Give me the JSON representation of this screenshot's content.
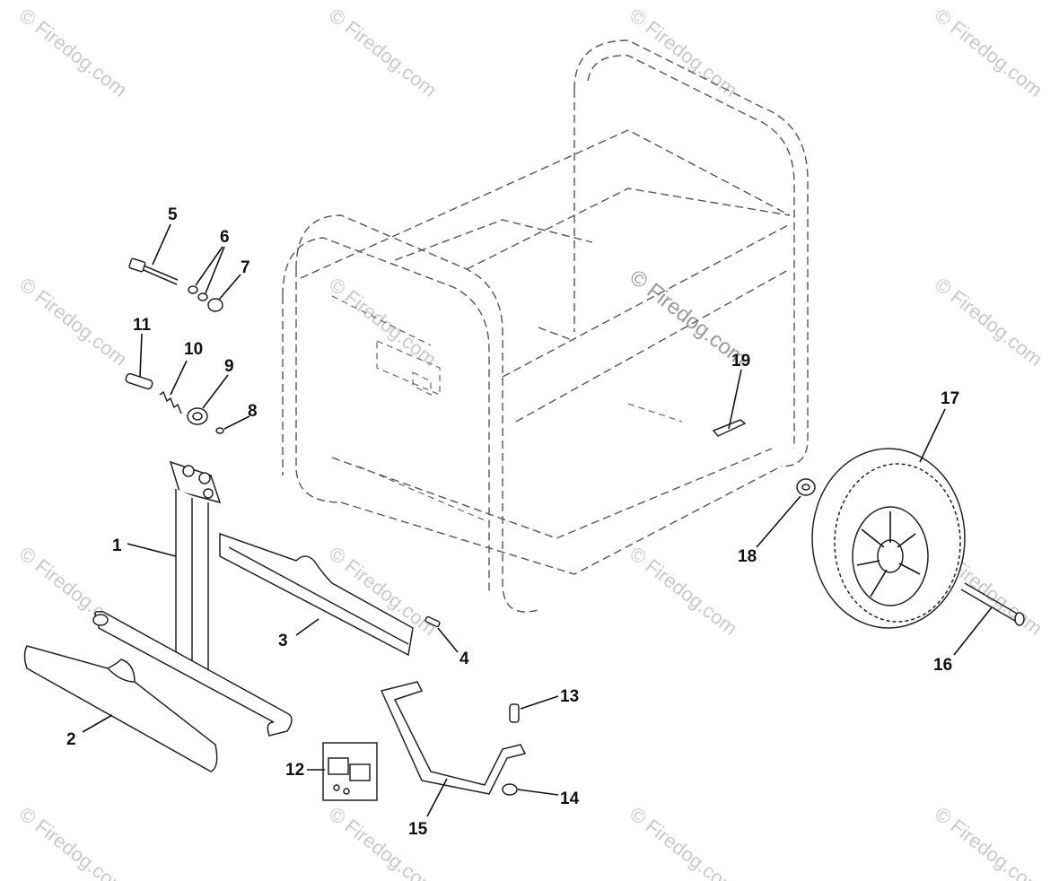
{
  "watermark": {
    "text": "© Firedog.com",
    "center_text": "© Firedog.com"
  },
  "callouts": [
    {
      "id": "c1",
      "number": "1"
    },
    {
      "id": "c2",
      "number": "2"
    },
    {
      "id": "c3",
      "number": "3"
    },
    {
      "id": "c4",
      "number": "4"
    },
    {
      "id": "c5",
      "number": "5"
    },
    {
      "id": "c6",
      "number": "6"
    },
    {
      "id": "c7",
      "number": "7"
    },
    {
      "id": "c8",
      "number": "8"
    },
    {
      "id": "c9",
      "number": "9"
    },
    {
      "id": "c10",
      "number": "10"
    },
    {
      "id": "c11",
      "number": "11"
    },
    {
      "id": "c12",
      "number": "12"
    },
    {
      "id": "c13",
      "number": "13"
    },
    {
      "id": "c14",
      "number": "14"
    },
    {
      "id": "c15",
      "number": "15"
    },
    {
      "id": "c16",
      "number": "16"
    },
    {
      "id": "c17",
      "number": "17"
    },
    {
      "id": "c18",
      "number": "18"
    },
    {
      "id": "c19",
      "number": "19"
    }
  ]
}
